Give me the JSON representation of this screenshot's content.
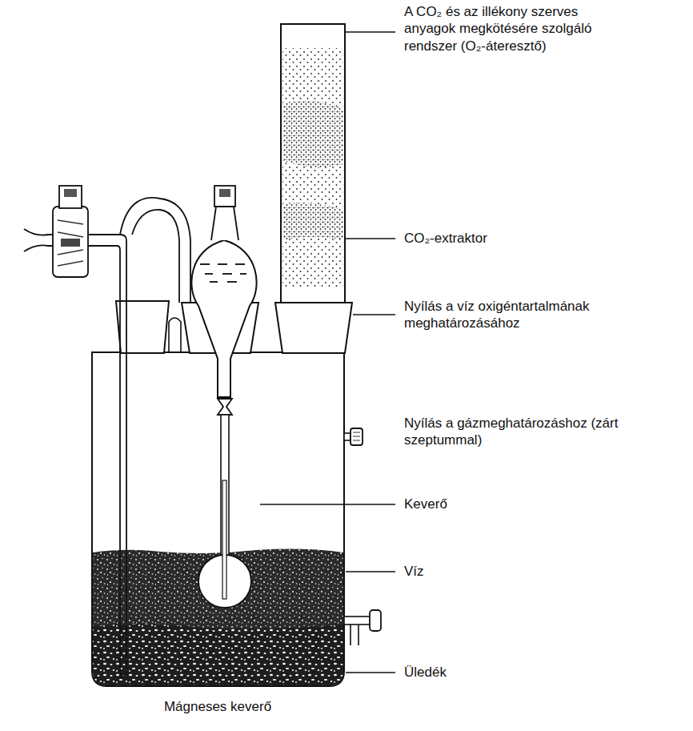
{
  "diagram": {
    "labels": [
      "A CO₂ és az illékony szerves anyagok megkötésére szolgáló rendszer (O₂-áteresztő)",
      "CO₂-extraktor",
      "Nyílás a víz oxigéntartalmának meghatározásához",
      "Nyílás a gázmeghatározáshoz (zárt szeptummal)",
      "Keverő",
      "Víz",
      "Üledék",
      "Mágneses keverő"
    ]
  }
}
